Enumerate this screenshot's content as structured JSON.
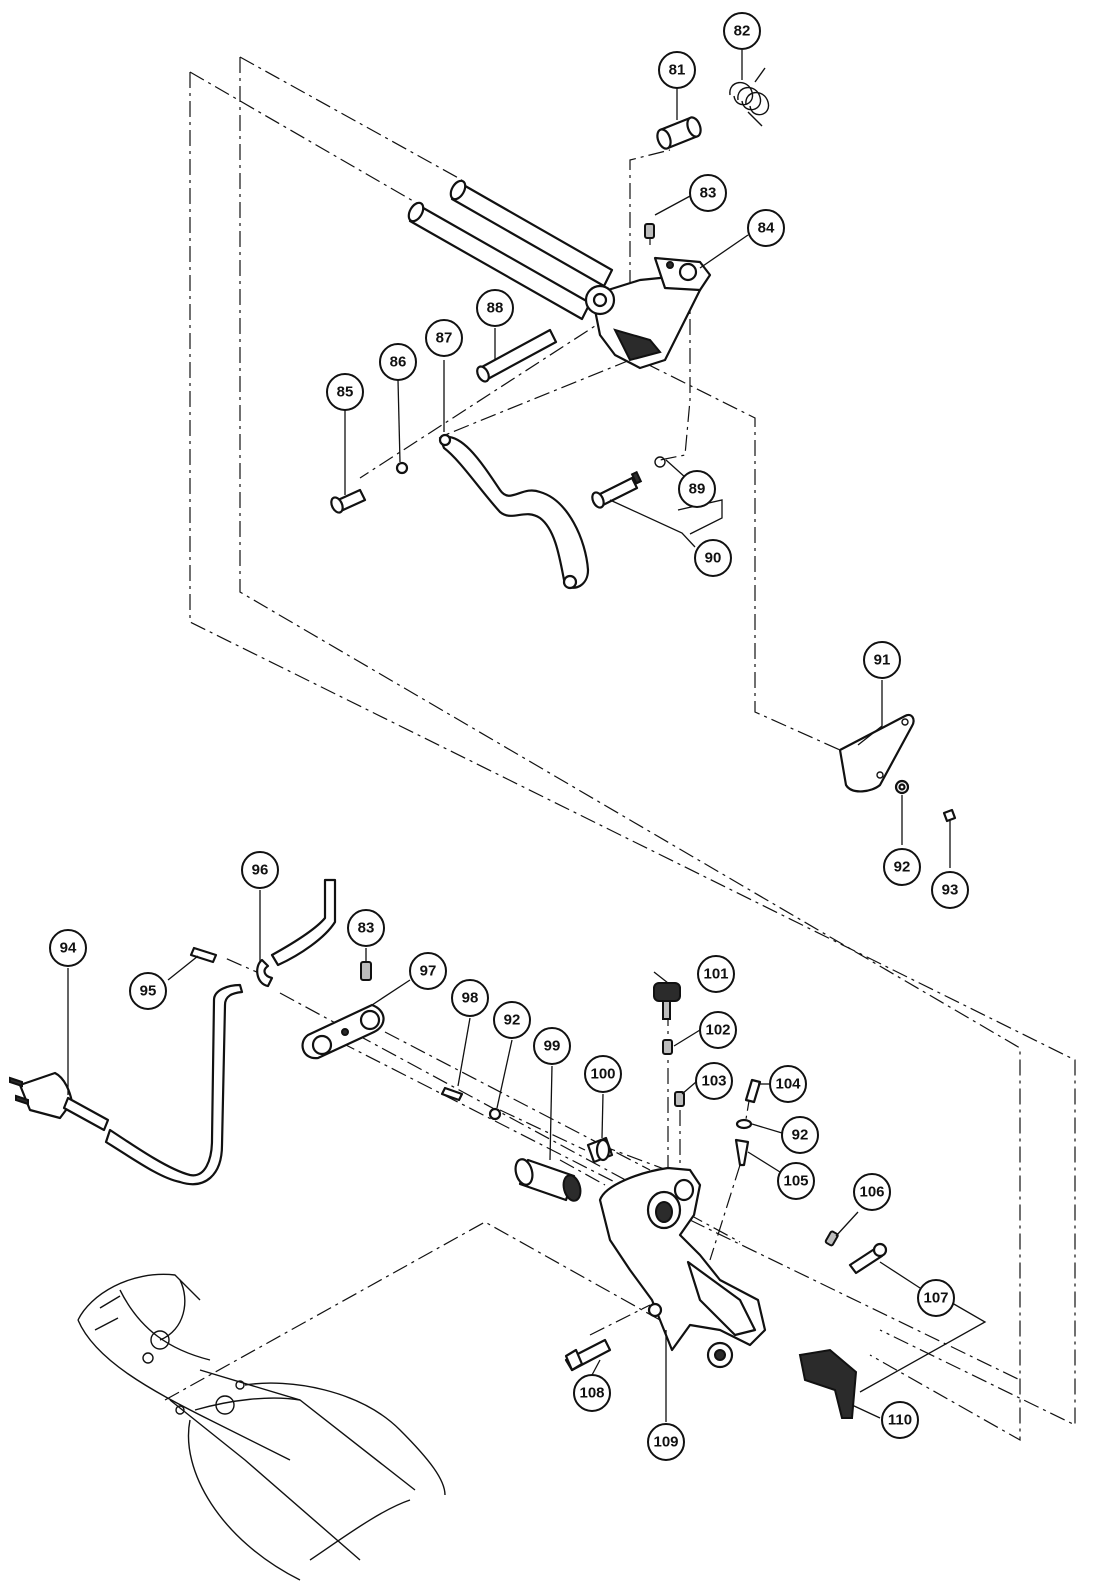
{
  "diagram": {
    "callouts": [
      {
        "id": "81",
        "label": "81"
      },
      {
        "id": "82",
        "label": "82"
      },
      {
        "id": "83a",
        "label": "83"
      },
      {
        "id": "84",
        "label": "84"
      },
      {
        "id": "85",
        "label": "85"
      },
      {
        "id": "86",
        "label": "86"
      },
      {
        "id": "87",
        "label": "87"
      },
      {
        "id": "88",
        "label": "88"
      },
      {
        "id": "89",
        "label": "89"
      },
      {
        "id": "90",
        "label": "90"
      },
      {
        "id": "91",
        "label": "91"
      },
      {
        "id": "92a",
        "label": "92"
      },
      {
        "id": "93",
        "label": "93"
      },
      {
        "id": "94",
        "label": "94"
      },
      {
        "id": "95",
        "label": "95"
      },
      {
        "id": "96",
        "label": "96"
      },
      {
        "id": "83b",
        "label": "83"
      },
      {
        "id": "97",
        "label": "97"
      },
      {
        "id": "98",
        "label": "98"
      },
      {
        "id": "92b",
        "label": "92"
      },
      {
        "id": "99",
        "label": "99"
      },
      {
        "id": "100",
        "label": "100"
      },
      {
        "id": "101",
        "label": "101"
      },
      {
        "id": "102",
        "label": "102"
      },
      {
        "id": "103",
        "label": "103"
      },
      {
        "id": "104",
        "label": "104"
      },
      {
        "id": "92c",
        "label": "92"
      },
      {
        "id": "105",
        "label": "105"
      },
      {
        "id": "106",
        "label": "106"
      },
      {
        "id": "107",
        "label": "107"
      },
      {
        "id": "108",
        "label": "108"
      },
      {
        "id": "109",
        "label": "109"
      },
      {
        "id": "110",
        "label": "110"
      }
    ]
  }
}
